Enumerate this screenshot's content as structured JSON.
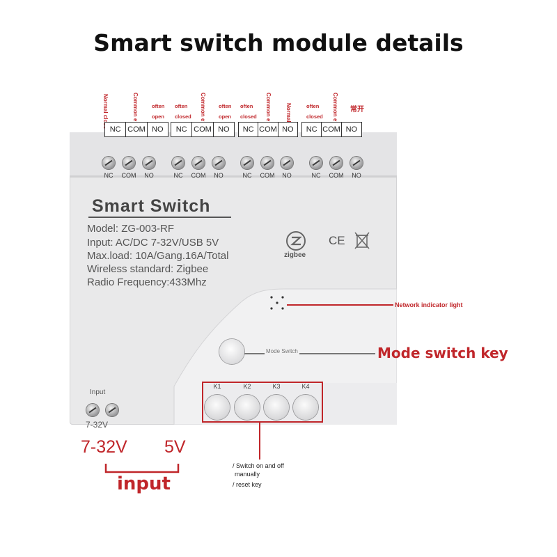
{
  "title": "Smart switch module details",
  "top_labels": {
    "normal_close": "Normal close",
    "common_end": "Common end",
    "often": "often",
    "open": "open",
    "closed": "closed",
    "normally_open": "Normally open",
    "chinese_open": "常开"
  },
  "terminal_blocks": [
    [
      "NC",
      "COM",
      "NO"
    ],
    [
      "NC",
      "COM",
      "NO"
    ],
    [
      "NC",
      "COM",
      "NO"
    ],
    [
      "NC",
      "COM",
      "NO"
    ]
  ],
  "terminal_labels": [
    "NC",
    "COM",
    "NO"
  ],
  "device": {
    "brand": "Smart  Switch",
    "model": "Model:  ZG-003-RF",
    "input": "Input:  AC/DC 7-32V/USB 5V",
    "max_load": "Max.load:  10A/Gang.16A/Total",
    "wireless": "Wireless standard:  Zigbee",
    "radio": "Radio Frequency:433Mhz",
    "zigbee_logo": "zigbee",
    "ce_mark": "CE",
    "mode_switch_print": "Mode Switch",
    "input_print": "Input",
    "voltage_print": "7-32V",
    "keys": [
      "K1",
      "K2",
      "K3",
      "K4"
    ]
  },
  "annotations": {
    "network_indicator": "Network indicator light",
    "mode_switch_key": "Mode switch key",
    "switch_manual_1": "/ Switch on and off",
    "switch_manual_2": "manually",
    "reset_key": "/ reset key",
    "voltage_left": "7-32V",
    "voltage_right": "5V",
    "input": "input"
  },
  "colors": {
    "accent_red": "#c0262a",
    "device": "#e9e9ea"
  }
}
